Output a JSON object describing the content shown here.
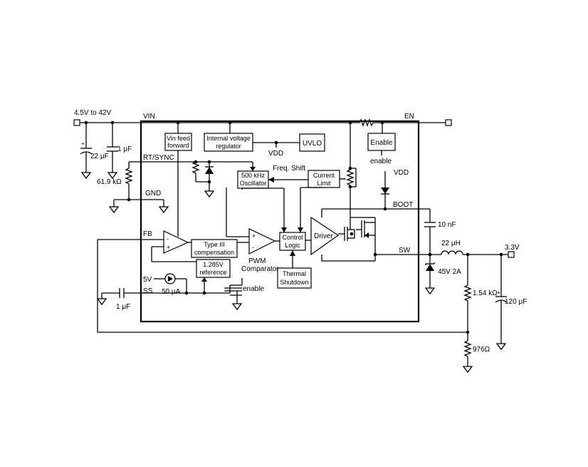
{
  "labels": {
    "input_range": "4.5V to 42V",
    "vin": "VIN",
    "en": "EN",
    "rt_sync": "RT/SYNC",
    "gnd": "GND",
    "fb": "FB",
    "ss": "SS",
    "sw": "SW",
    "boot": "BOOT",
    "vdd1": "VDD",
    "vdd2": "VDD",
    "enable_out": "enable",
    "enable_ss": "enable",
    "freq_shift": "Freq. Shift",
    "five_v": "5V",
    "current_source": "50 μA",
    "pwm_l1": "PWM",
    "pwm_l2": "Comparator",
    "output_voltage": "3.3V",
    "diode_rating": "45V 2A"
  },
  "components": {
    "c_in1": "22 μF",
    "c_in2": "1 μF",
    "r_rt": "61.9 kΩ",
    "c_ss": "1 μF",
    "c_boot": "10 nF",
    "inductor": "22 μH",
    "r_top": "1.54 kΩ",
    "r_bottom": "976Ω",
    "c_out": "120 μF"
  },
  "blocks": {
    "vin_ff_l1": "Vin feed",
    "vin_ff_l2": "forward",
    "ivr_l1": "Internal voltage",
    "ivr_l2": "regulator",
    "uvlo": "UVLO",
    "enable": "Enable",
    "osc_l1": "500 kHz",
    "osc_l2": "Oscillator",
    "cl_l1": "Current",
    "cl_l2": "Limit",
    "comp_l1": "Type III",
    "comp_l2": "compensation",
    "ref_l1": "1.285V",
    "ref_l2": "reference",
    "ctrl_l1": "Control",
    "ctrl_l2": "Logic",
    "driver": "Driver",
    "ts_l1": "Thermal",
    "ts_l2": "Shutdown"
  },
  "signs": {
    "plus": "+",
    "minus": "-"
  }
}
